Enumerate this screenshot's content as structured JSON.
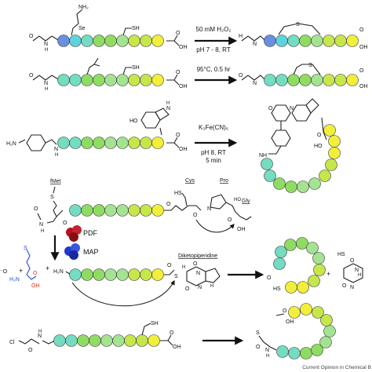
{
  "colors": {
    "yellow": "#f2ef3a",
    "yellow_green": "#c6e64a",
    "green": "#8fdc62",
    "light_green": "#a4e391",
    "aqua": "#74dcc0",
    "cyan": "#5fd3dd",
    "blue": "#6a8fe0",
    "blue_dark": "#2a4ad9",
    "red_chain": "#3a66ff",
    "oxygen": "#e0301f",
    "pdf_protein": "#b5121b",
    "map_protein": "#2238c8"
  },
  "reactions": [
    {
      "id": "selenium-oxidation",
      "condition_lines": [
        "50 mM H₂O₂",
        "pH 7 - 8, RT"
      ],
      "reactant_labels": [
        "Se",
        "SH",
        "OH",
        "O",
        "N",
        "H",
        "O",
        "H",
        "NH₂"
      ],
      "product_labels": [
        "S",
        "OH",
        "O",
        "H",
        "N",
        "O"
      ]
    },
    {
      "id": "thermal-thiol-ene",
      "condition_lines": [
        "95°C, 0.5 hr"
      ],
      "reactant_labels": [
        "SH",
        "OH",
        "O",
        "N",
        "H",
        "O"
      ],
      "product_labels": [
        "S",
        "OH",
        "O",
        "N",
        "H",
        "O"
      ]
    },
    {
      "id": "ferricyanide-coupling",
      "condition_lines": [
        "K₃Fe(CN)₆",
        "pH 8, RT",
        "5 min"
      ],
      "reactant_labels": [
        "HO",
        "N",
        "H",
        "OH",
        "O",
        "H₂N",
        "N",
        "H"
      ],
      "product_labels": [
        "O",
        "N",
        "HO",
        "O",
        "NH"
      ]
    },
    {
      "id": "enzymatic-processing",
      "condition_lines": [],
      "labels_top": [
        "fMet",
        "S",
        "O",
        "N",
        "H",
        "H",
        "O",
        "Cys",
        "HS",
        "Pro",
        "HO",
        "Gly",
        "O",
        "OH",
        "O",
        "N",
        "O"
      ],
      "enzymes": [
        "PDF",
        "MAP"
      ],
      "labels_bottom": [
        "S",
        "H₂N",
        "O",
        "OH",
        "⁻O",
        "H₂N",
        "+",
        "+",
        "Diketopiperidine",
        "S",
        "O",
        "N",
        "O",
        "H",
        "N",
        "H",
        "O",
        "+",
        "HS",
        "O",
        "N",
        "H",
        "N",
        "O"
      ]
    },
    {
      "id": "chloroacetamide-cyclization",
      "condition_lines": [],
      "reactant_labels": [
        "Cl",
        "N",
        "H",
        "O",
        "SH",
        "O",
        "OH"
      ],
      "product_labels": [
        "O",
        "OH",
        "S",
        "N",
        "H",
        "O"
      ]
    }
  ],
  "caption": "Current Opinion in Chemical B"
}
